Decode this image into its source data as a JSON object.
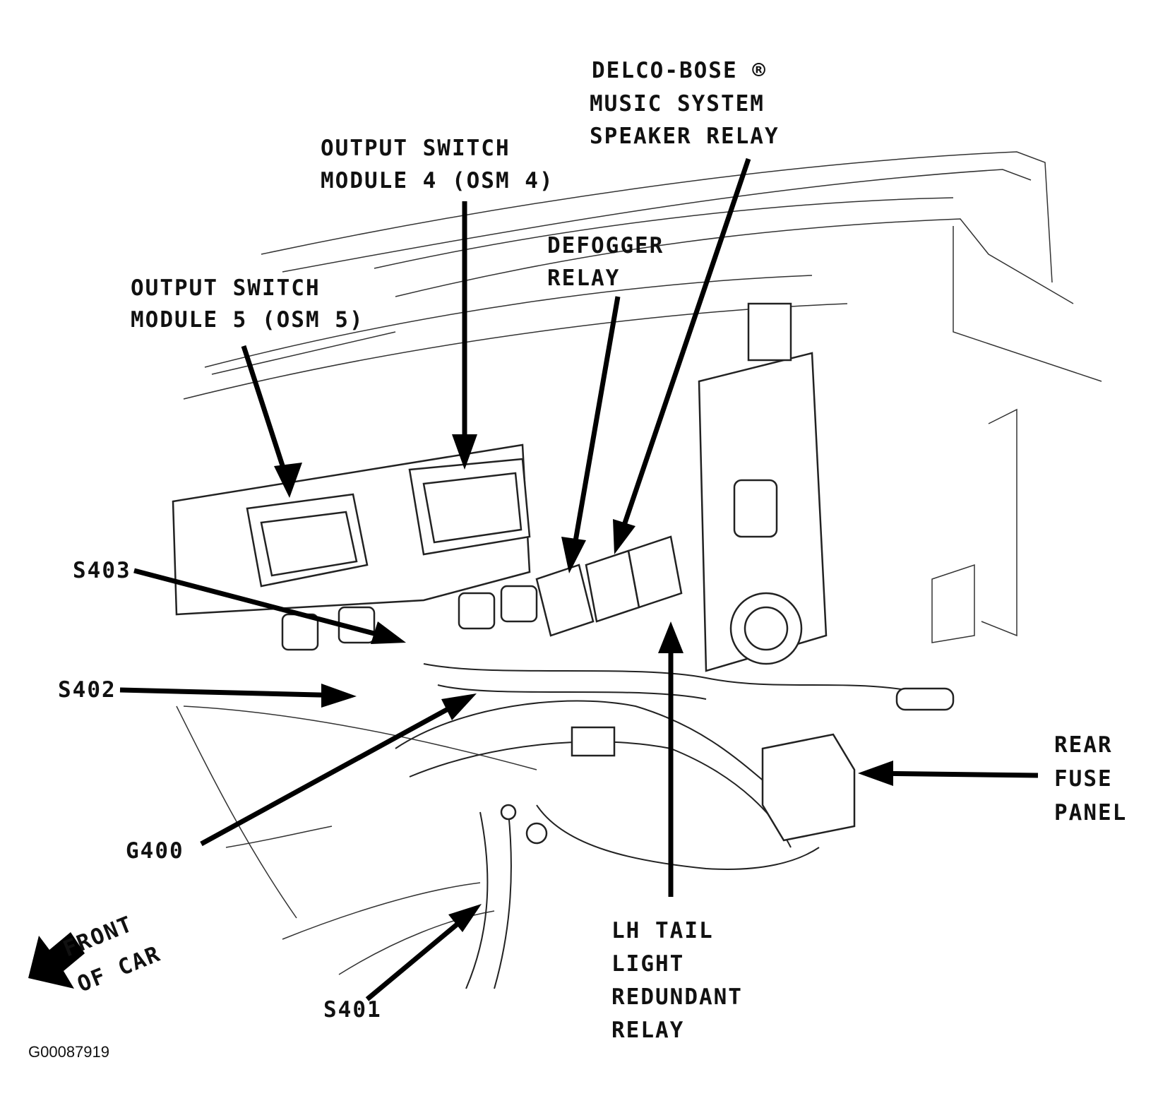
{
  "labels": {
    "delco_bose": [
      "DELCO-BOSE ®",
      "MUSIC SYSTEM",
      "SPEAKER RELAY"
    ],
    "osm4": [
      "OUTPUT SWITCH",
      "MODULE 4 (OSM 4)"
    ],
    "defogger": [
      "DEFOGGER",
      "RELAY"
    ],
    "osm5": [
      "OUTPUT SWITCH",
      "MODULE 5 (OSM 5)"
    ],
    "s403": "S403",
    "s402": "S402",
    "g400": "G400",
    "s401": "S401",
    "rear_fuse": [
      "REAR",
      "FUSE",
      "PANEL"
    ],
    "lh_tail": [
      "LH TAIL",
      "LIGHT",
      "REDUNDANT",
      "RELAY"
    ],
    "front_of_car": [
      "FRONT",
      "OF CAR"
    ]
  },
  "figure_id": "G00087919",
  "icons": {
    "front_direction": "arrow-down-left-icon"
  }
}
